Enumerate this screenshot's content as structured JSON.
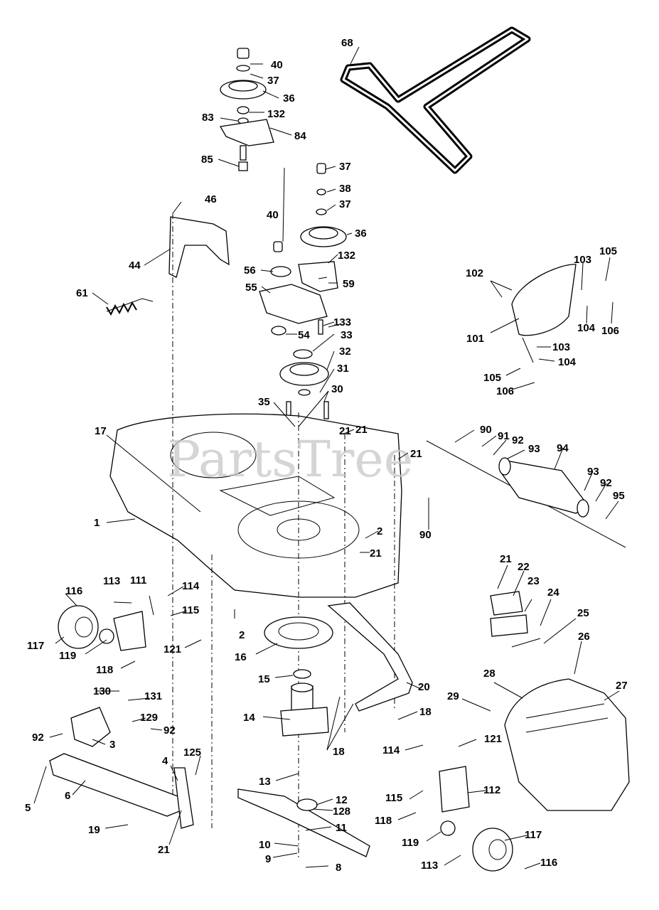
{
  "watermark": "PartsTree",
  "callouts": [
    "1",
    "2",
    "2",
    "3",
    "4",
    "5",
    "6",
    "8",
    "9",
    "10",
    "11",
    "12",
    "13",
    "14",
    "15",
    "16",
    "17",
    "18",
    "18",
    "19",
    "20",
    "21",
    "21",
    "21",
    "21",
    "21",
    "21",
    "22",
    "23",
    "24",
    "25",
    "26",
    "27",
    "28",
    "29",
    "30",
    "31",
    "32",
    "33",
    "35",
    "36",
    "36",
    "37",
    "37",
    "37",
    "38",
    "40",
    "40",
    "44",
    "46",
    "54",
    "55",
    "56",
    "59",
    "61",
    "68",
    "83",
    "84",
    "85",
    "90",
    "90",
    "91",
    "92",
    "92",
    "92",
    "92",
    "93",
    "93",
    "94",
    "95",
    "101",
    "102",
    "103",
    "103",
    "104",
    "104",
    "105",
    "105",
    "106",
    "106",
    "111",
    "112",
    "113",
    "113",
    "114",
    "114",
    "115",
    "115",
    "116",
    "116",
    "117",
    "117",
    "118",
    "118",
    "119",
    "119",
    "121",
    "121",
    "125",
    "128",
    "129",
    "130",
    "131",
    "132",
    "132",
    "133"
  ]
}
